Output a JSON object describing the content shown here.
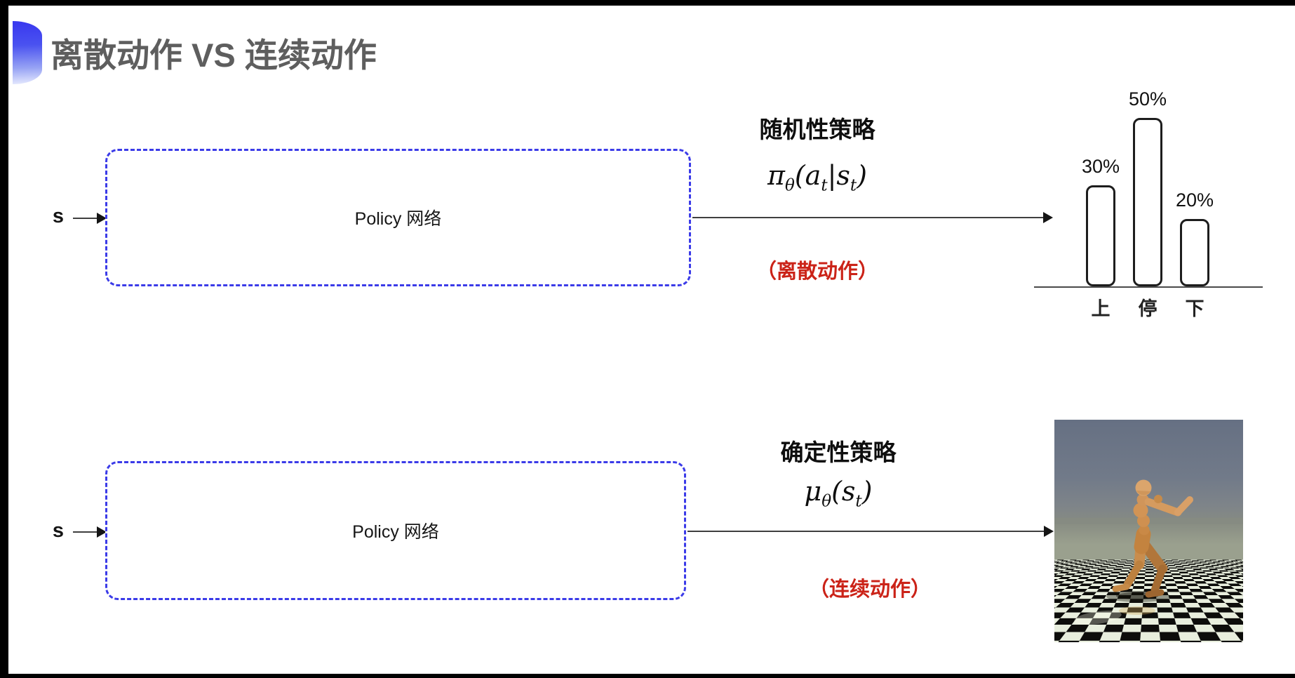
{
  "slide": {
    "title": "离散动作 VS 连续动作"
  },
  "colors": {
    "accent_blue_dashed_box": "#3b3be8",
    "note_red": "#cb2318",
    "title_gray": "#5e5e5e"
  },
  "top_flow": {
    "input_label": "s",
    "box_label": "Policy 网络",
    "policy_type": "随机性策略",
    "formula": {
      "head": "π",
      "head_sub": "θ",
      "body": "(a",
      "body_sub": "t",
      "mid": "|s",
      "mid_sub": "t",
      "tail": ")"
    },
    "action_note": "（离散动作）"
  },
  "bottom_flow": {
    "input_label": "s",
    "box_label": "Policy 网络",
    "policy_type": "确定性策略",
    "formula": {
      "head": "μ",
      "head_sub": "θ",
      "body": "(s",
      "body_sub": "t",
      "tail": ")"
    },
    "action_note": "（连续动作）"
  },
  "chart_data": {
    "type": "bar",
    "categories": [
      "上",
      "停",
      "下"
    ],
    "values": [
      30,
      50,
      20
    ],
    "value_labels": [
      "30%",
      "50%",
      "20%"
    ],
    "title": "",
    "xlabel": "",
    "ylabel": "",
    "ylim": [
      0,
      60
    ],
    "grid": false,
    "legend": "none",
    "bar_style": "white fill, black rounded outline"
  }
}
